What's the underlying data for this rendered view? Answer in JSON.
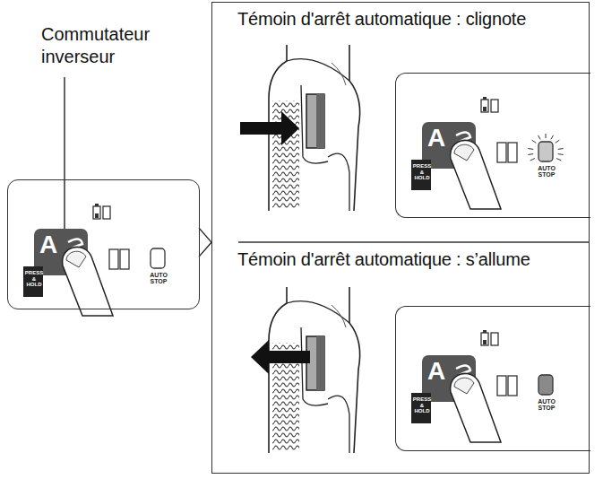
{
  "diagram": {
    "nodes": [
      {
        "text": [
          "PRESS & HOLD",
          "A",
          "AUTO STOP"
        ]
      },
      {
        "text": [
          "Témoin d'arrêt automatique : clignote",
          "Témoin d'arrêt automatique : s’allume"
        ]
      },
      {
        "text": [
          "PRESS & HOLD",
          "A",
          "AUTO STOP"
        ],
        "in": 1
      },
      {
        "text": [
          "PRESS & HOLD",
          "A",
          "AUTO STOP"
        ],
        "in": 1
      }
    ],
    "edges": [
      {
        "from": 0,
        "to": 1,
        "arrow": "none"
      }
    ],
    "labels": [
      "Commutateur inverseur"
    ]
  }
}
